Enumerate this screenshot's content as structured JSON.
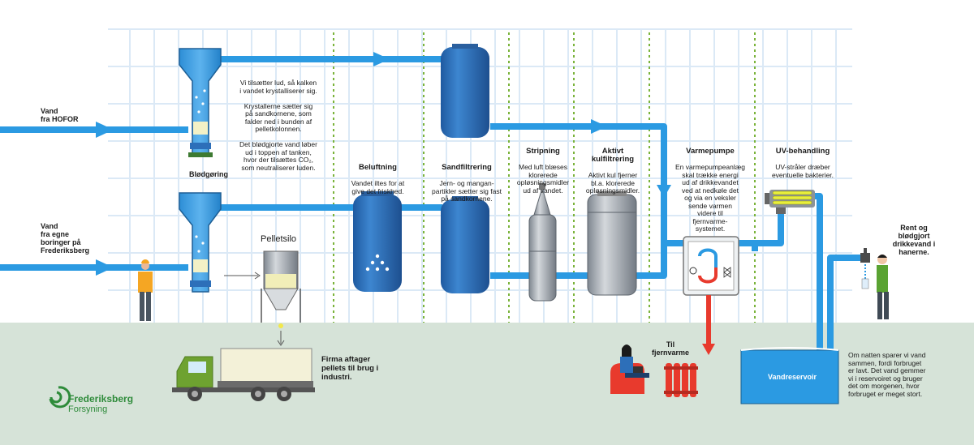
{
  "colors": {
    "water": "#2b9ae2",
    "tank": "#2d6fb9",
    "ground": "#d6e3d8",
    "grid": "#dbe9f6",
    "brand": "#2e8b3a",
    "heat": "#e83a2d",
    "grey_tank": "#9aa2ab"
  },
  "sources": {
    "hofor": "Vand\nfra HOFOR",
    "boringer": "Vand\nfra egne\nboringer på\nFrederiksberg"
  },
  "softening": {
    "title": "Blødgøring",
    "text": "Vi tilsætter lud, så kalken\ni vandet krystalliserer sig.\n\nKrystallerne sætter sig\npå sandkornene, som\nfalder ned i bunden af\npelletkolonnen.\n\nDet blødgjorte vand løber\nud i toppen af tanken,\nhvor der tilsættes CO₂,\nsom neutraliserer luden."
  },
  "silo": {
    "title": "Pelletsilo"
  },
  "truck": {
    "text": "Firma aftager\npellets til brug i\nindustri."
  },
  "aeration": {
    "title": "Beluftning",
    "text": "Vandet iltes for at\ngive det friskhed."
  },
  "sandfilter": {
    "title": "Sandfiltrering",
    "text": "Jern- og mangan-\npartikler sætter sig fast\npå sandkornene."
  },
  "stripping": {
    "title": "Stripning",
    "text": "Med luft blæses\nklorerede\nopløsningsmidler\nud af vandet."
  },
  "carbon": {
    "title": "Aktivt\nkulfiltrering",
    "text": "Aktivt kul fjerner\nbl.a. klorerede\nopløsningsmidler."
  },
  "heatpump": {
    "title": "Varmepumpe",
    "text": "En varmepumpeanlæg\nskal trække energi\nud af drikkevandet\nved at nedkøle det\nog via en veksler\nsende varmen\nvidere til\nfjernvarme-\nsystemet."
  },
  "district_heating": {
    "text": "Til\nfjernvarme"
  },
  "uv": {
    "title": "UV-behandling",
    "text": "UV-stråler dræber\neventuelle bakterier."
  },
  "tap": {
    "text": "Rent og\nblødgjort\ndrikkevand i\nhanerne."
  },
  "reservoir": {
    "title": "Vandreservoir",
    "text": "Om natten sparer vi vand\nsammen, fordi forbruget\ner lavt. Det vand gemmer\nvi i reservoiret og bruger\ndet om morgenen, hvor\nforbruget er meget stort."
  },
  "brand": {
    "line1": "Frederiksberg",
    "line2": "Forsyning"
  }
}
